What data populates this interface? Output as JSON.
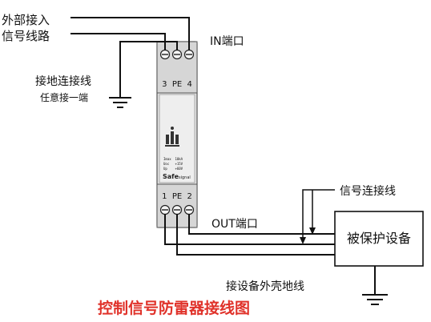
{
  "labels": {
    "external_line_1": "外部接入",
    "external_line_2": "信号线路",
    "in_port": "IN端口",
    "ground_line": "接地连接线",
    "ground_note": "任意接一端",
    "top_terminals": "3  PE  4",
    "bottom_terminals": "1  PE  2",
    "signal_line": "信号连接线",
    "out_port": "OUT端口",
    "protected_device": "被保护设备",
    "device_shell_ground": "接设备外壳地线",
    "title": "控制信号防雷器接线图"
  },
  "spd_panel": {
    "brand": "Safe",
    "brand_suffix": "signal",
    "specs": [
      "Imax  10kA",
      "Uoc   +15V",
      "Up    +60V"
    ]
  },
  "colors": {
    "title": "#e0322a",
    "line": "#111111",
    "module_body": "#dcdcdc"
  }
}
